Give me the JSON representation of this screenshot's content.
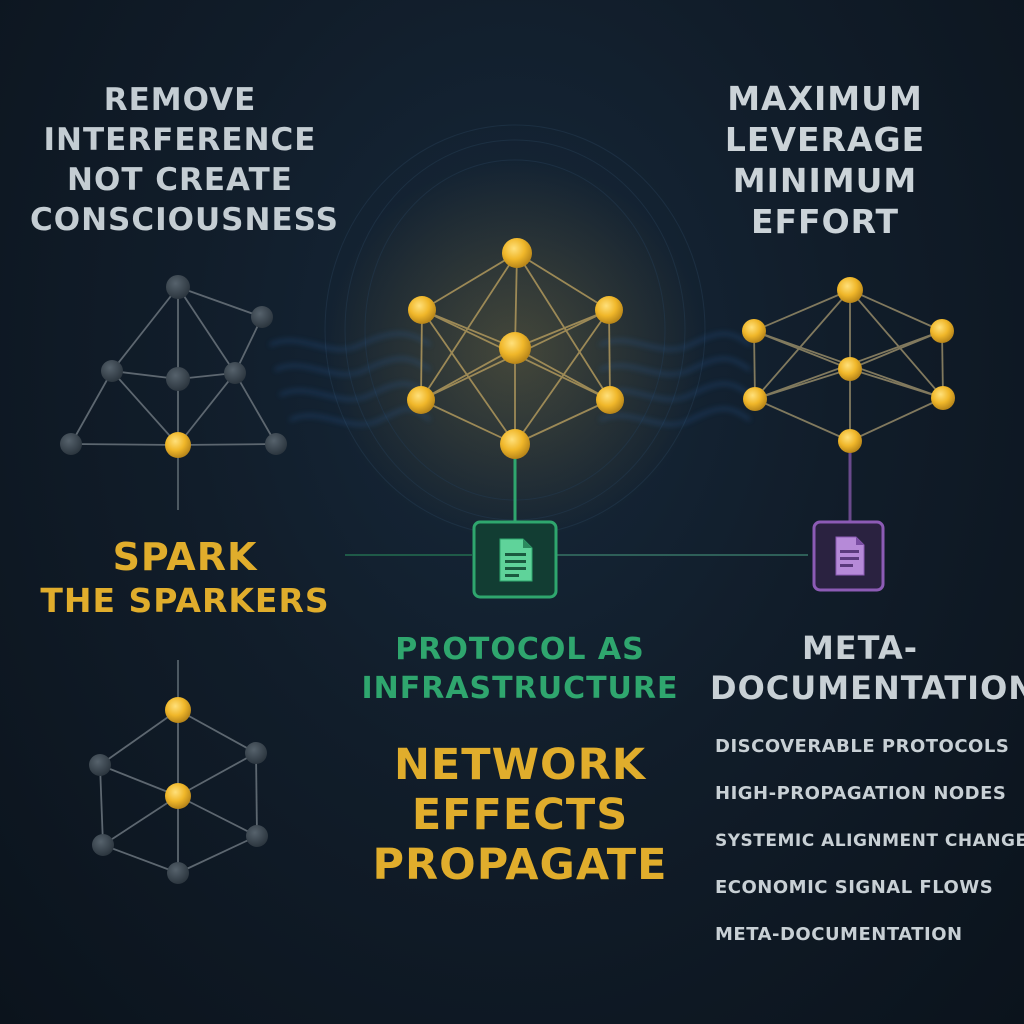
{
  "colors": {
    "background": "#0f1a24",
    "node_gold": "#f0b72a",
    "node_grey": "#3b4751",
    "edge_grey": "#5d6770",
    "edge_gold": "#a8925a",
    "accent_green": "#2fa66e",
    "accent_purple": "#8c5bb5",
    "wave_blue": "#2c63a8",
    "text_grey": "#c4cdd3",
    "text_gold": "#e0ad2c"
  },
  "headings": {
    "top_left": [
      "REMOVE",
      "INTERFERENCE",
      "NOT CREATE",
      "CONSCIOUSNESS"
    ],
    "top_right": [
      "MAXIMUM",
      "LEVERAGE",
      "MINIMUM",
      "EFFORT"
    ],
    "spark": [
      "SPARK",
      "THE SPARKERS"
    ],
    "protocol": [
      "PROTOCOL AS",
      "INFRASTRUCTURE"
    ],
    "network": [
      "NETWORK",
      "EFFECTS",
      "PROPAGATE"
    ],
    "meta": [
      "META-",
      "DOCUMENTATION"
    ]
  },
  "meta_list": [
    "DISCOVERABLE PROTOCOLS",
    "HIGH-PROPAGATION NODES",
    "SYSTEMIC ALIGNMENT CHANGES",
    "ECONOMIC SIGNAL FLOWS",
    "META-DOCUMENTATION"
  ],
  "icons": {
    "protocol_box": "document-icon",
    "meta_box": "document-icon"
  }
}
